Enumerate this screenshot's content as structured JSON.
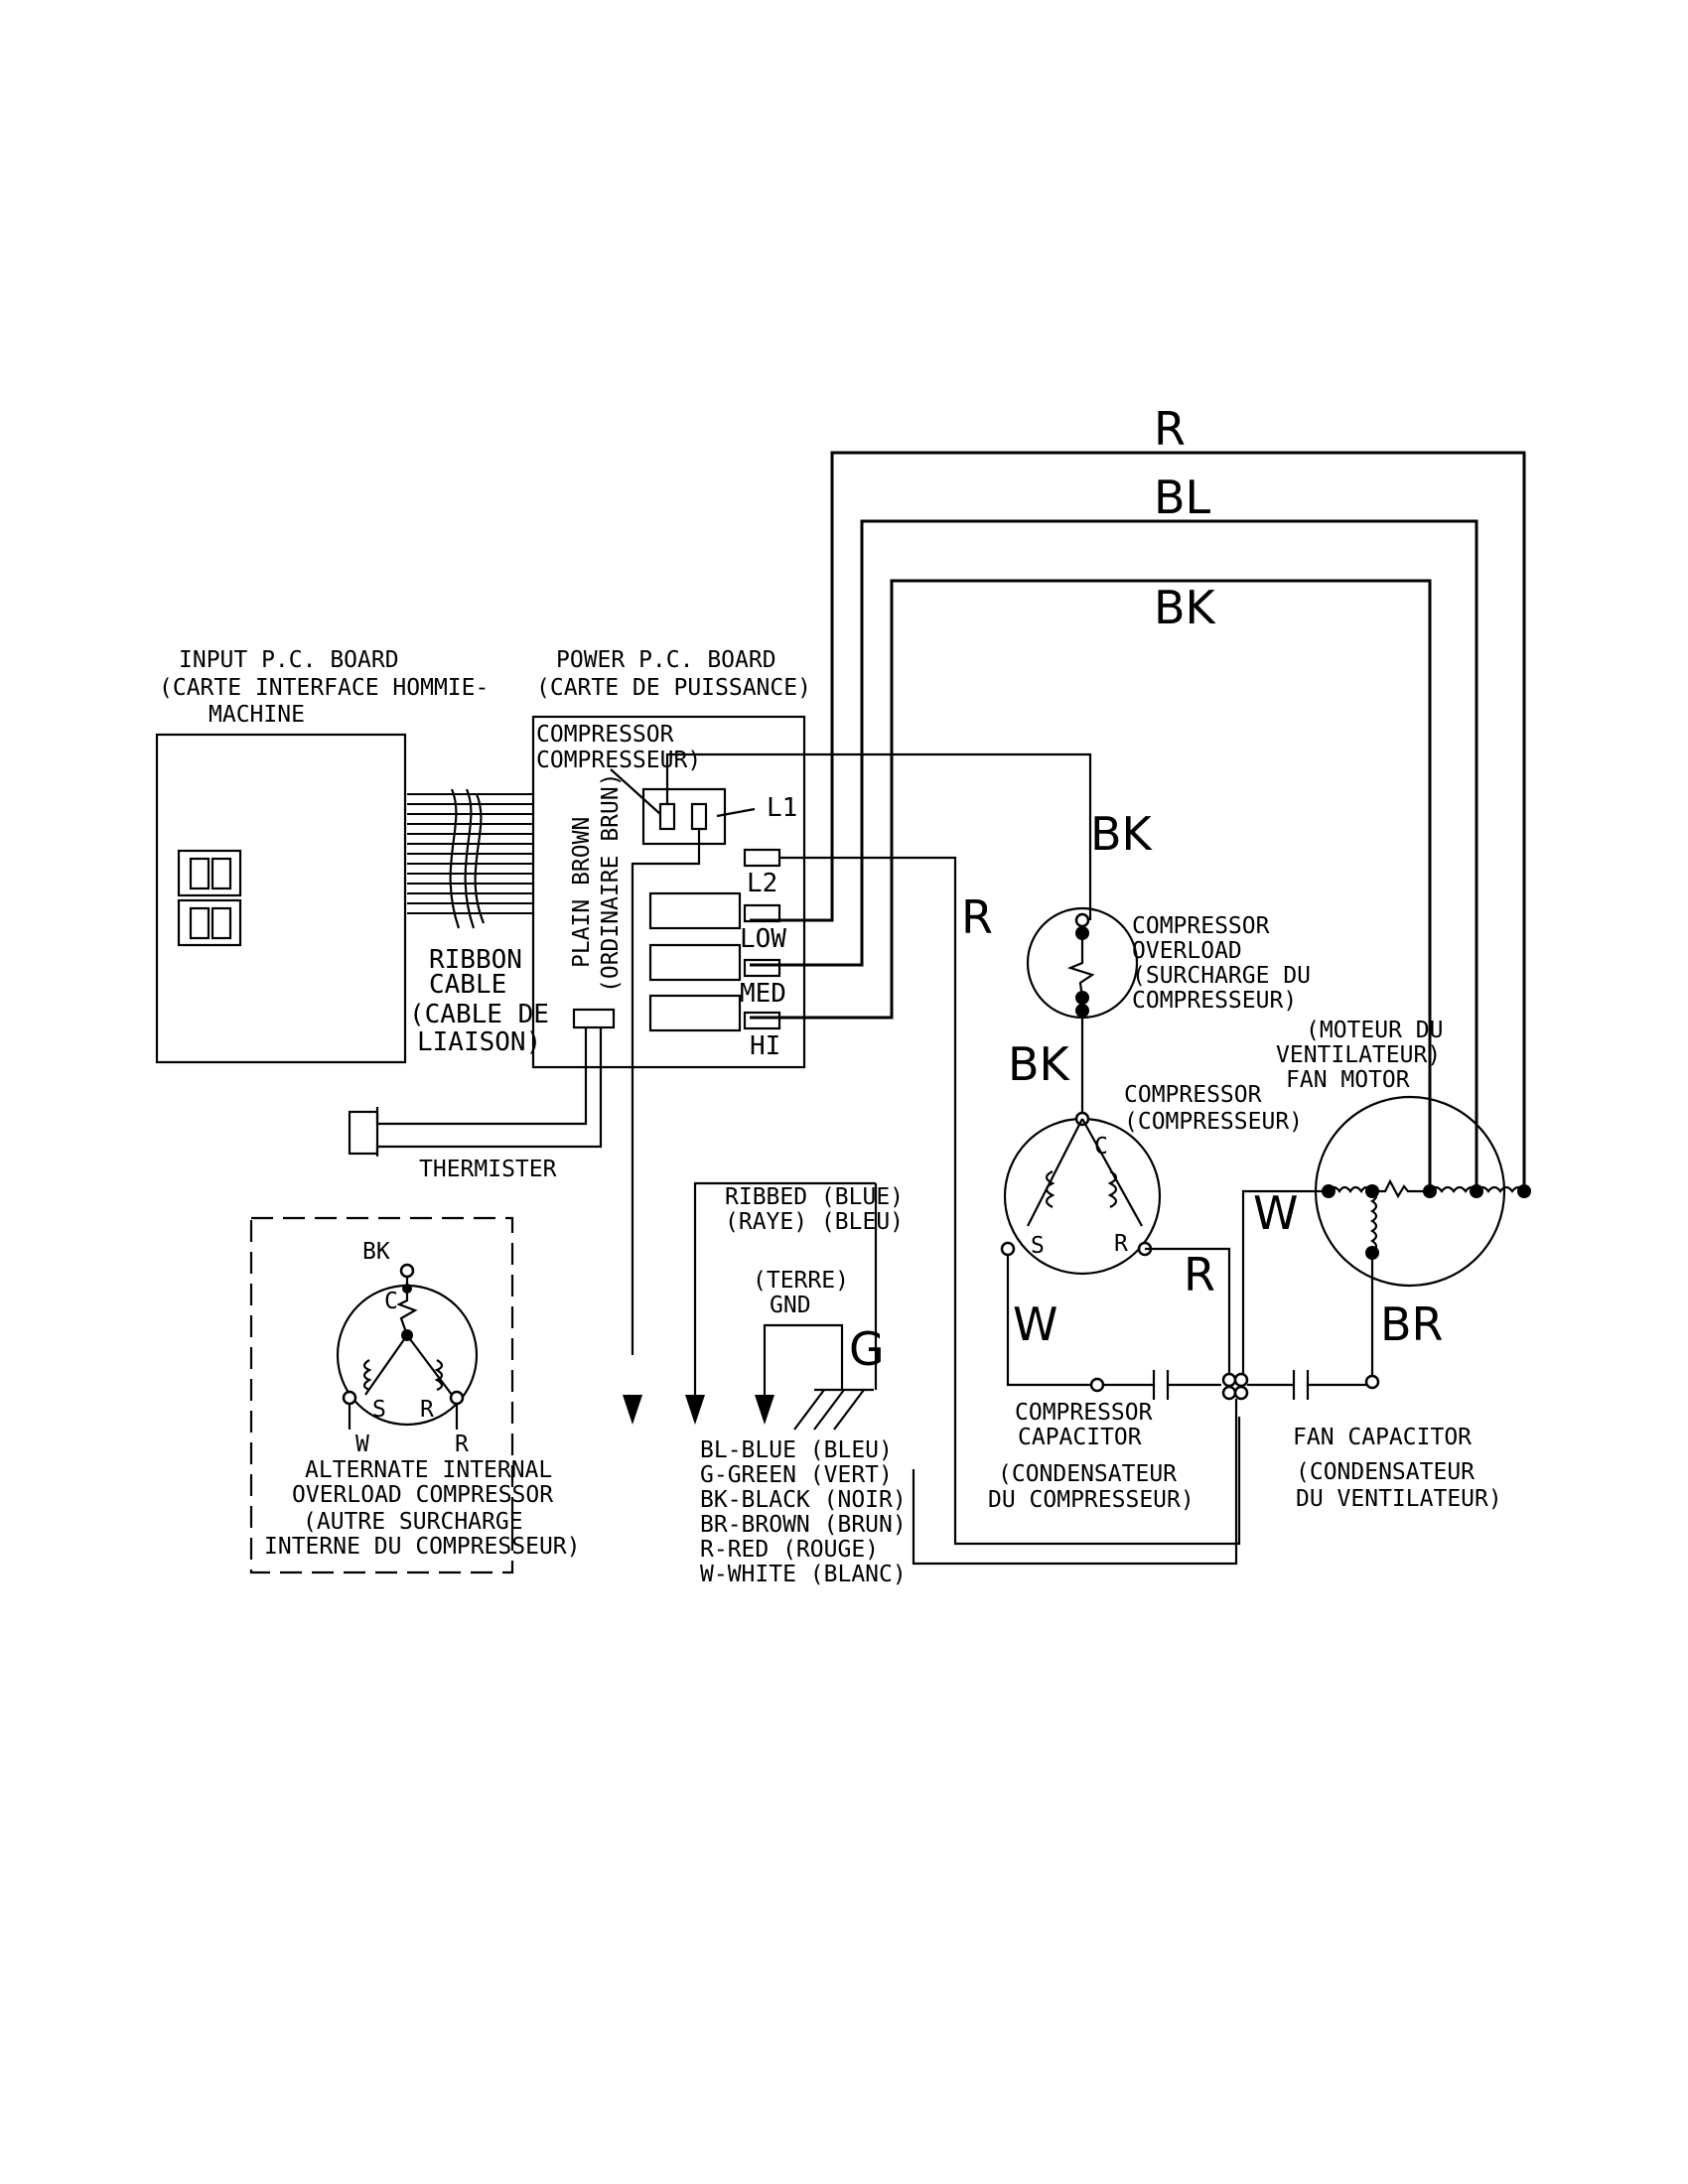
{
  "wire_colors": {
    "red": "R",
    "blue": "BL",
    "black": "BK",
    "white": "W",
    "brown": "BR",
    "green_ground": "G"
  },
  "input_board": {
    "line1": "INPUT P.C. BOARD",
    "line2": "(CARTE INTERFACE HOMMIE-",
    "line3": "MACHINE"
  },
  "power_board": {
    "line1": "POWER P.C. BOARD",
    "line2": "(CARTE DE PUISSANCE)"
  },
  "relay": {
    "line1": "COMPRESSOR",
    "line2": "COMPRESSEUR)",
    "l1": "L1"
  },
  "terminals": {
    "l2": "L2",
    "low": "LOW",
    "med": "MED",
    "hi": "HI"
  },
  "plain_brown": {
    "line1": "PLAIN BROWN",
    "line2": "(ORDINAIRE BRUN)"
  },
  "ribbon": {
    "line1": "RIBBON",
    "line2": "CABLE",
    "line3": "(CABLE DE",
    "line4": "LIAISON)"
  },
  "thermister": "THERMISTER",
  "overload": {
    "line1": "COMPRESSOR",
    "line2": "OVERLOAD",
    "line3": "(SURCHARGE DU",
    "line4": "COMPRESSEUR)"
  },
  "compressor": {
    "line1": "COMPRESSOR",
    "line2": "(COMPRESSEUR)",
    "c": "C",
    "s": "S",
    "r": "R"
  },
  "fan_motor": {
    "line1": "(MOTEUR DU",
    "line2": "VENTILATEUR)",
    "line3": "FAN MOTOR"
  },
  "comp_cap": {
    "line1": "COMPRESSOR",
    "line2": "CAPACITOR",
    "line3": "(CONDENSATEUR",
    "line4": "DU COMPRESSEUR)"
  },
  "fan_cap": {
    "line1": "FAN CAPACITOR",
    "line2": "(CONDENSATEUR",
    "line3": "DU VENTILATEUR)"
  },
  "ribbed": {
    "line1": "RIBBED  (BLUE)",
    "line2": "(RAYE)  (BLEU)"
  },
  "ground": {
    "line1": "(TERRE)",
    "line2": "GND"
  },
  "legend": [
    "BL-BLUE (BLEU)",
    "G-GREEN (VERT)",
    "BK-BLACK (NOIR)",
    "BR-BROWN (BRUN)",
    "R-RED (ROUGE)",
    "W-WHITE (BLANC)"
  ],
  "alternate": {
    "bk": "BK",
    "c": "C",
    "s": "S",
    "r_inner": "R",
    "w": "W",
    "r_outer": "R",
    "line1": "ALTERNATE INTERNAL",
    "line2": "OVERLOAD COMPRESSOR",
    "line3": "(AUTRE SURCHARGE",
    "line4": "INTERNE DU COMPRESSEUR)"
  }
}
